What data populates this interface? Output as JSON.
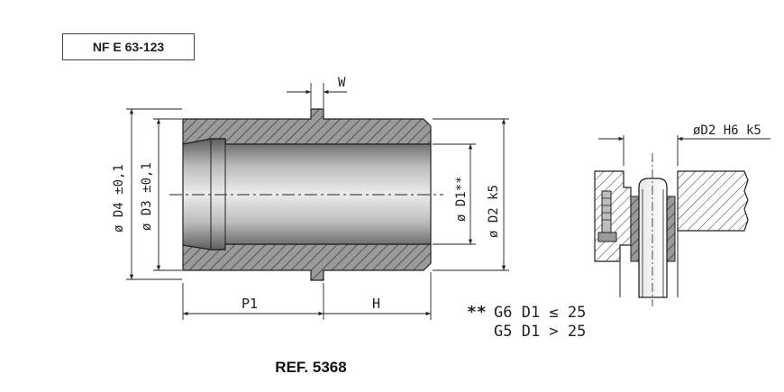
{
  "standard": "NF E 63-123",
  "reference": "REF. 5368",
  "dims": {
    "w": "W",
    "d4": "ø D4 ±0,1",
    "d3": "ø D3 ±0,1",
    "d1": "ø D1**",
    "d2": "ø D2 k5",
    "p1": "P1",
    "h": "H",
    "fit": "øD2 H6 k5"
  },
  "tolerance_note": {
    "marker": "**",
    "line1": "G6 D1 ≤ 25",
    "line2": "G5 D1 > 25"
  },
  "colors": {
    "line": "#222222",
    "hatch": "#555555",
    "metal_light": "#d8d8d8",
    "metal_dark": "#6a6a6a"
  }
}
